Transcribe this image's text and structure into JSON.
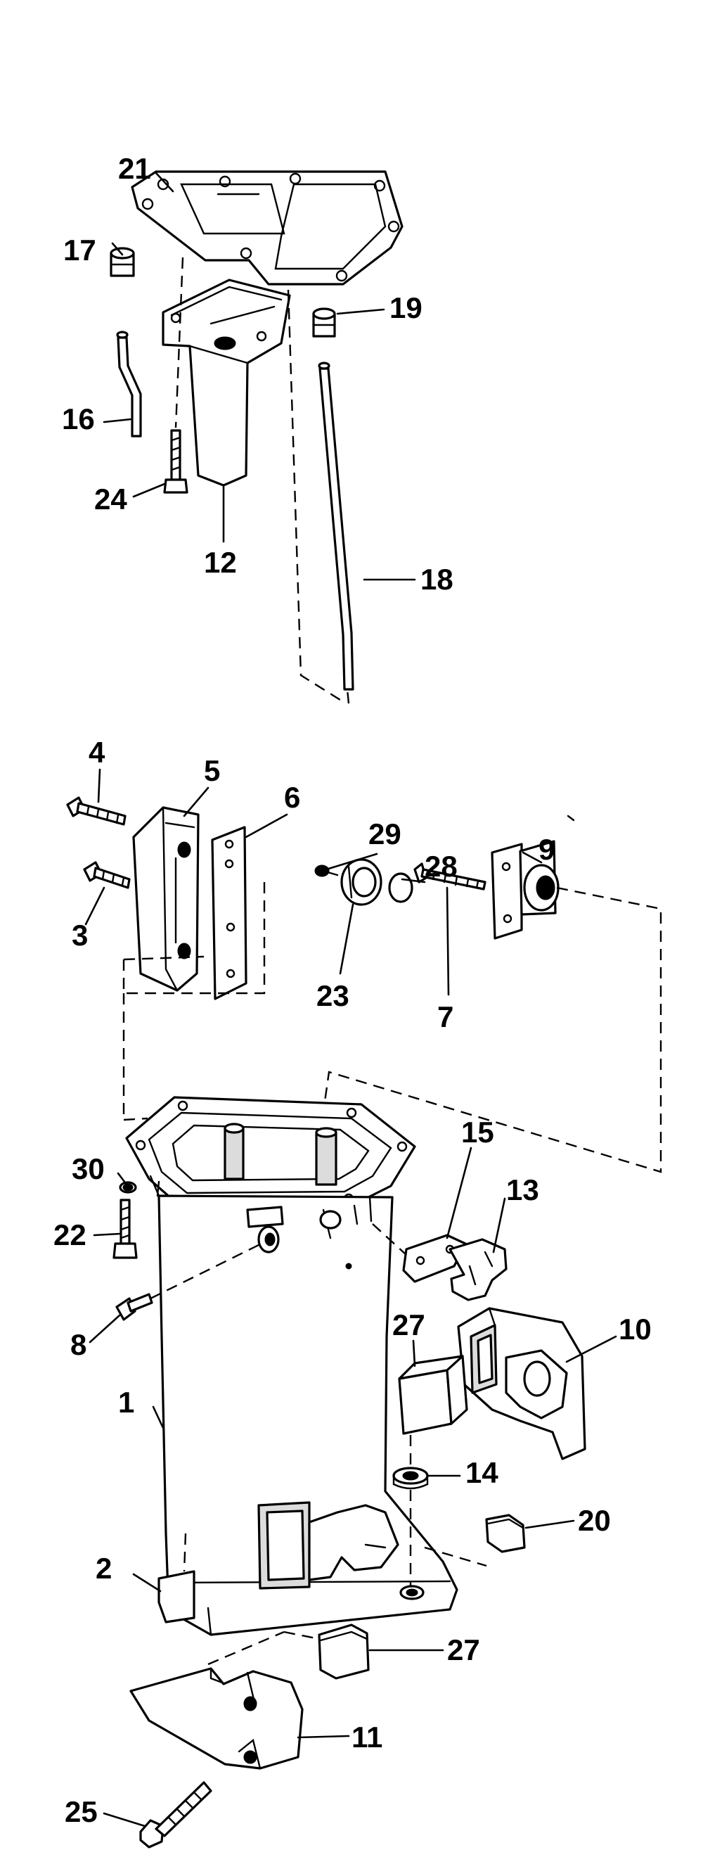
{
  "callouts": {
    "c1": "1",
    "c2": "2",
    "c3": "3",
    "c4": "4",
    "c5": "5",
    "c6": "6",
    "c7": "7",
    "c8": "8",
    "c9": "9",
    "c10": "10",
    "c11": "11",
    "c12": "12",
    "c13": "13",
    "c14": "14",
    "c15": "15",
    "c16": "16",
    "c17": "17",
    "c18": "18",
    "c19": "19",
    "c20": "20",
    "c21": "21",
    "c22": "22",
    "c23": "23",
    "c24": "24",
    "c25": "25",
    "c27a": "27",
    "c27b": "27",
    "c28": "28",
    "c29": "29",
    "c30": "30"
  },
  "colors": {
    "line": "#000000",
    "background": "#ffffff",
    "shade": "#dcdcdc"
  }
}
